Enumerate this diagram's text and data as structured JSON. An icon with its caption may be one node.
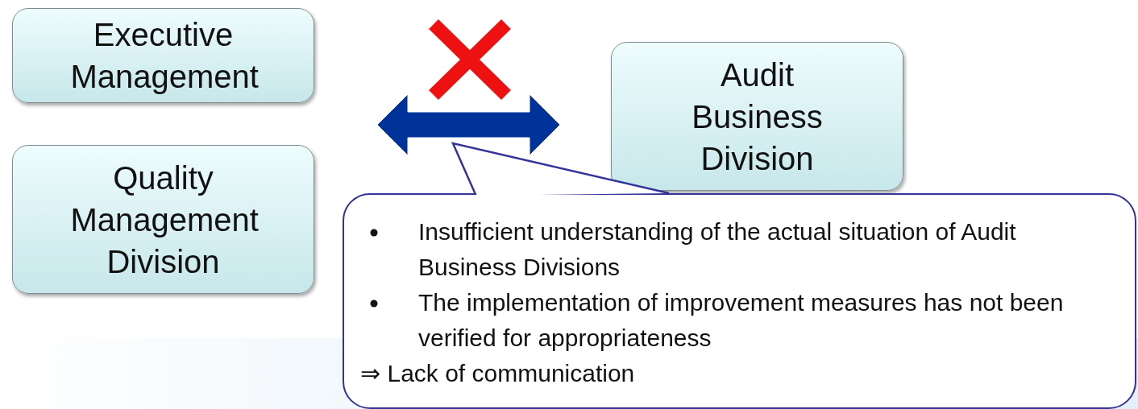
{
  "diagram": {
    "nodes": [
      {
        "text": [
          "Executive Management"
        ]
      },
      {
        "text": [
          "Quality Management Division"
        ]
      },
      {
        "text": [
          "Audit Business Division"
        ]
      },
      {
        "text": [
          "Insufficient understanding of the actual situation of Audit Business Divisions",
          "The implementation of improvement measures has not been verified for appropriateness",
          "⇒ Lack of communication"
        ]
      }
    ],
    "edges": [
      {
        "from": 1,
        "to": 2,
        "arrow": "both",
        "style": "thick",
        "color": "#003399"
      },
      {
        "from": 3,
        "to": null,
        "arrow": "none"
      }
    ]
  }
}
